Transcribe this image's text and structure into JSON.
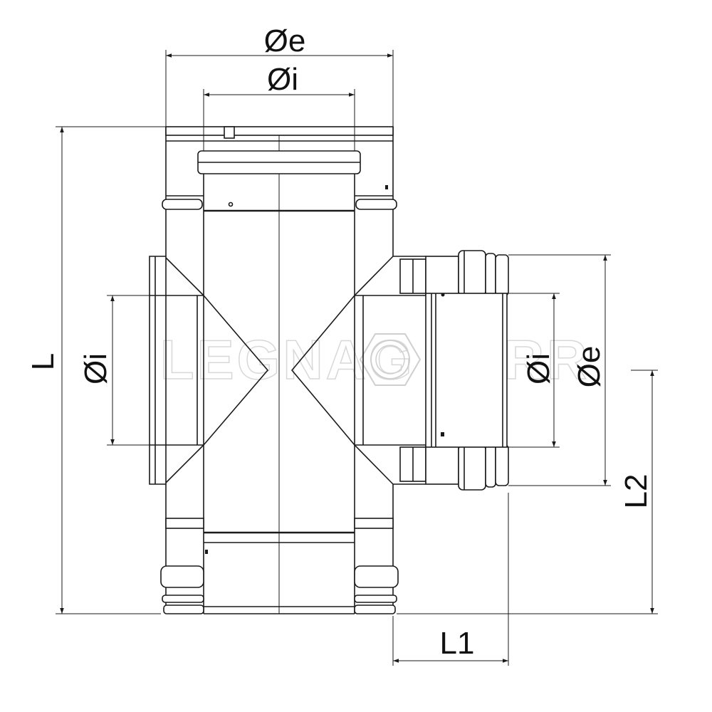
{
  "watermark": {
    "left": "LEGNAG",
    "right": "FERR"
  },
  "labels": {
    "top_outer_diameter": "Øe",
    "top_inner_diameter": "Øi",
    "left_inner_diameter": "Øi",
    "right_inner_diameter": "Øi",
    "right_outer_diameter": "Øe",
    "length": "L",
    "length_1": "L1",
    "length_2": "L2"
  }
}
